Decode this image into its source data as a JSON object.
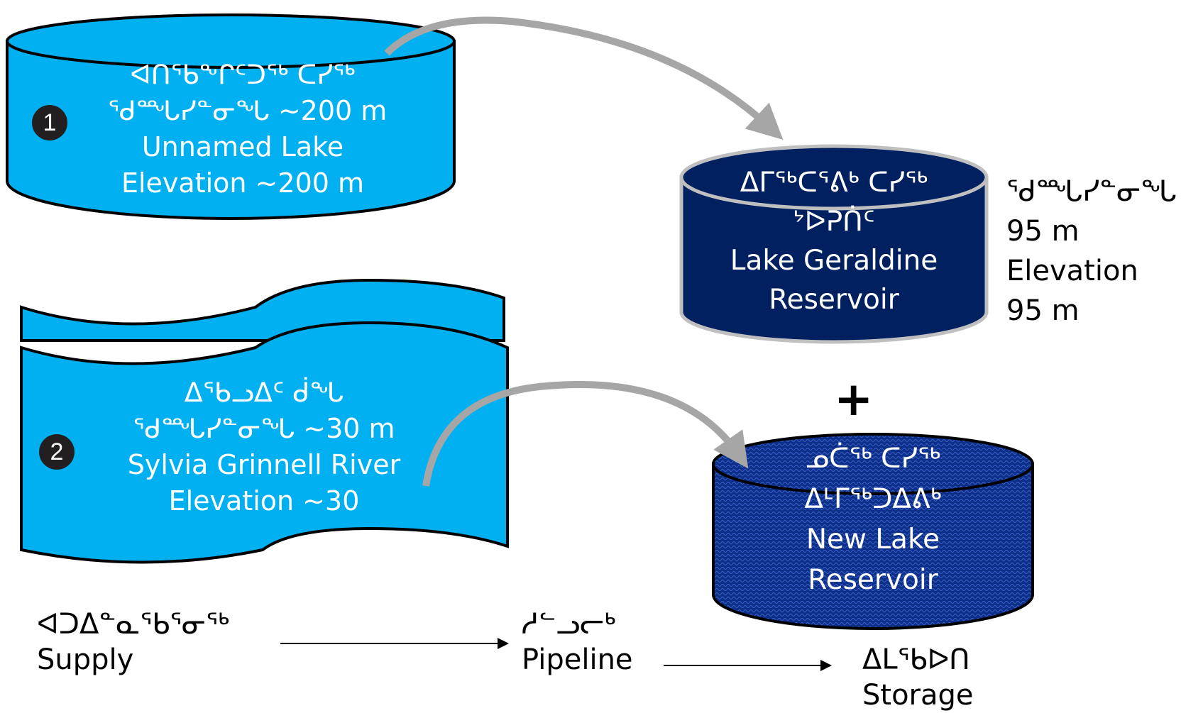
{
  "colors": {
    "source_fill": "#00b0f0",
    "reservoir_fill": "#002060",
    "new_reservoir_fill": "#0d2f8a",
    "arrow": "#a6a6a6",
    "badge": "#231f20"
  },
  "unnamed_lake": {
    "badge": "1",
    "lines": [
      "ᐊᑎᖃᖕᒋᑦᑐᖅ ᑕᓯᖅ",
      "ᖁᙵᓯᓐᓂᖓ ~200 m",
      "Unnamed Lake",
      "Elevation ~200 m"
    ]
  },
  "lake_geraldine": {
    "lines": [
      "ᐃᒥᖅᑕᕐᕕᒃ ᑕᓯᖅ",
      "ᔾᐅᕈᑏᑦ",
      "Lake Geraldine",
      "Reservoir"
    ]
  },
  "geraldine_elevation": {
    "lines": [
      "ᖁᙵᓯᓐᓂᖓ",
      "95 m",
      "Elevation",
      "95 m"
    ]
  },
  "plus_sign": "+",
  "sylvia_river": {
    "badge": "2",
    "lines": [
      "ᐃᖃᓗᐃᑦ ᑰᖓ",
      "ᖁᙵᓯᓐᓂᖓ ~30 m",
      "Sylvia Grinnell River",
      "Elevation ~30"
    ]
  },
  "new_lake": {
    "lines": [
      "ᓄᑖᖅ ᑕᓯᖅ",
      "ᐃᒻᒥᖅᑐᐃᕕᒃ",
      "New Lake",
      "Reservoir"
    ]
  },
  "flow": {
    "supply": [
      "ᐊᑐᐃᓐᓇᖃᕐᓂᖅ",
      "Supply"
    ],
    "pipeline": [
      "ᓱᓪᓗᓕᒃ",
      "Pipeline"
    ],
    "storage": [
      "ᐃᒪᖃᐅᑎ",
      "Storage"
    ]
  }
}
